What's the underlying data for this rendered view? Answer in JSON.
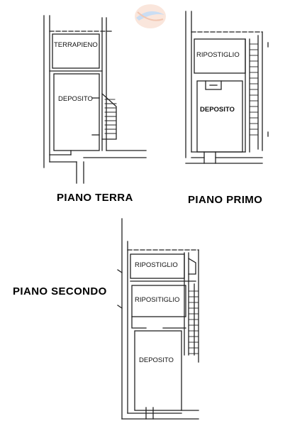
{
  "watermark": {
    "name": "logo-watermark-icon",
    "colors": [
      "#f2c2a8",
      "#a8c6e6"
    ]
  },
  "floors": {
    "terra": {
      "label": "PIANO TERRA",
      "rooms": {
        "terrapieno": "TERRAPIENO",
        "deposito": "DEPOSITO"
      }
    },
    "primo": {
      "label": "PIANO PRIMO",
      "rooms": {
        "ripostiglio": "RIPOSTIGLIO",
        "deposito": "DEPOSITO"
      }
    },
    "secondo": {
      "label": "PIANO SECONDO",
      "rooms": {
        "ripostiglio_1": "RIPOSTIGLIO",
        "ripostiglio_2": "RIPOSITIGLIO",
        "deposito": "DEPOSITO"
      }
    }
  },
  "colors": {
    "line": "#222222",
    "background": "#ffffff"
  }
}
